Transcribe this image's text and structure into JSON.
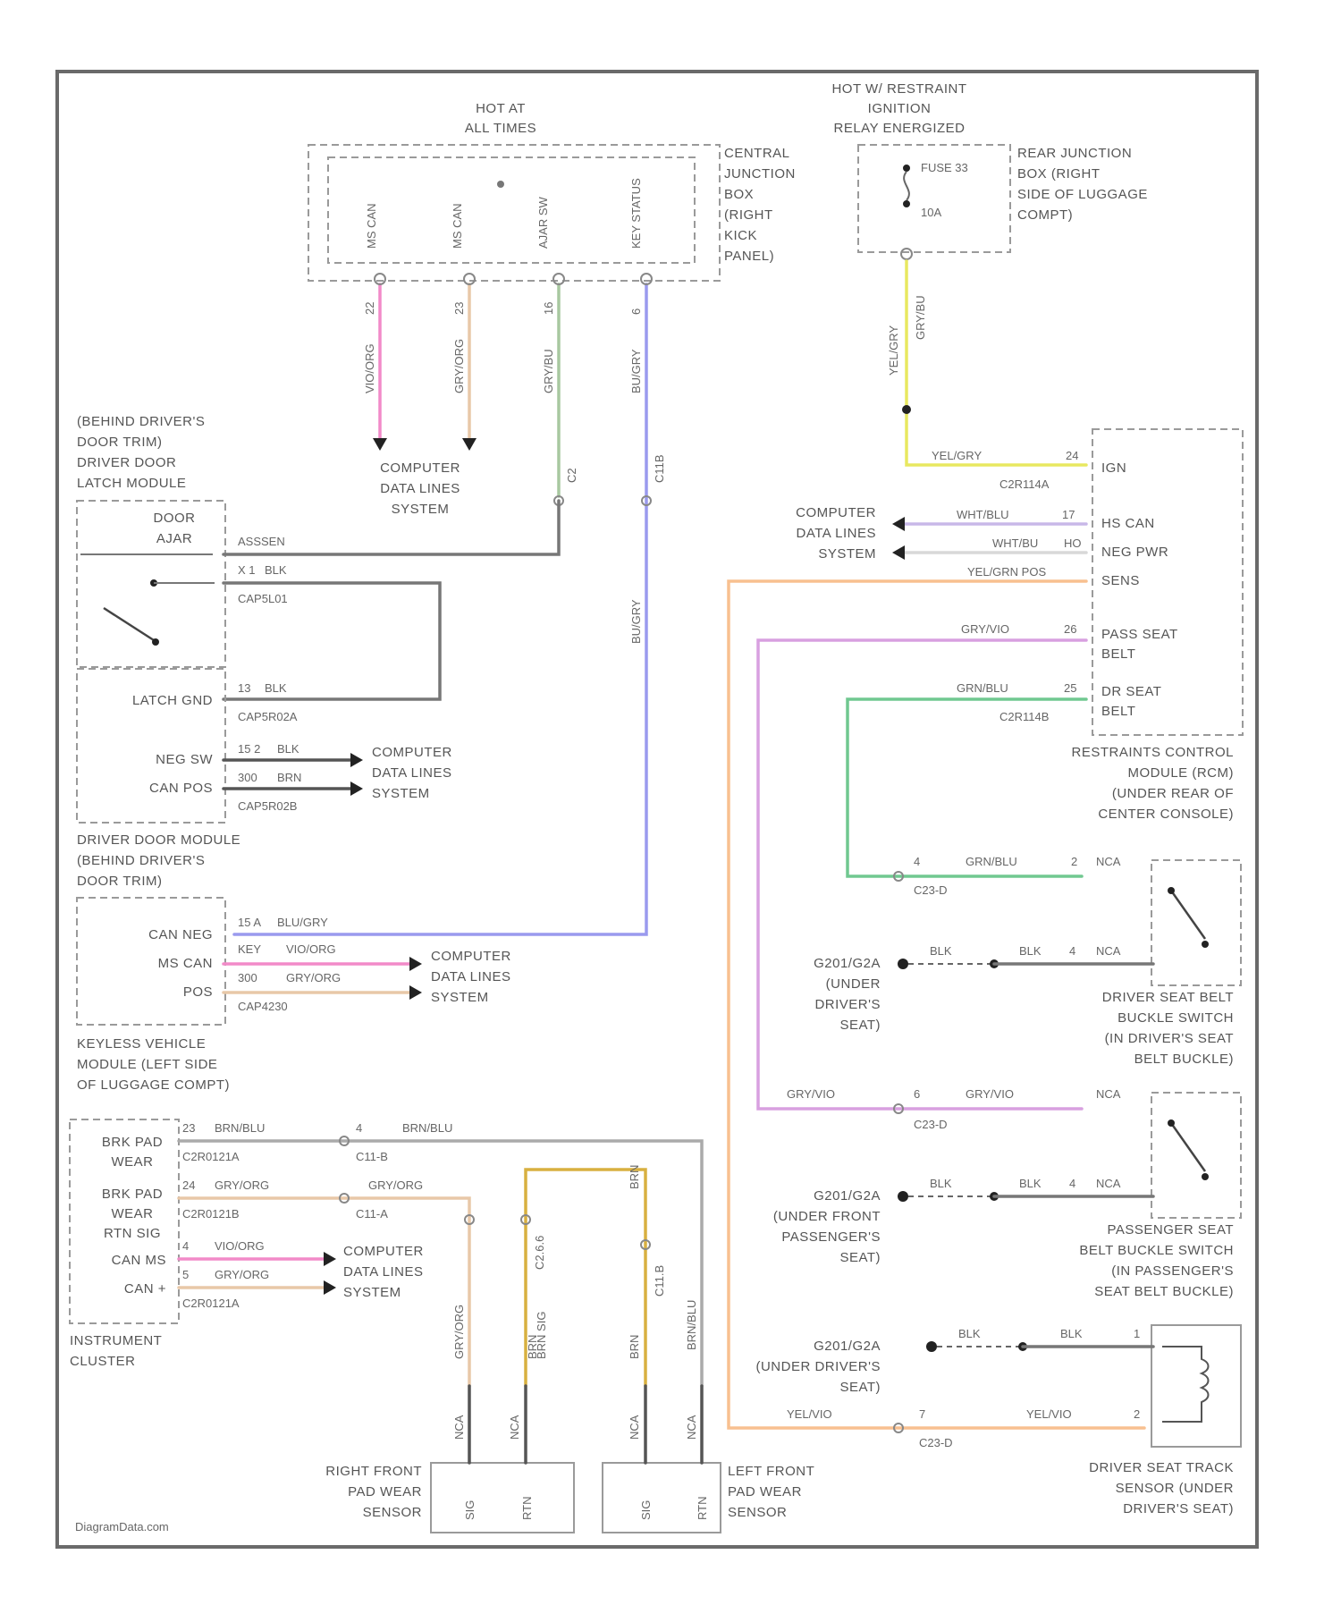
{
  "colors": {
    "frame": "#6a6a6a",
    "pink": "#f28ac8",
    "tan": "#e8c8a8",
    "green_gray": "#a8c8a0",
    "blue": "#9a9aee",
    "yellow": "#e8e860",
    "violet": "#c8b8e8",
    "white": "#d8d8d8",
    "orange": "#f8c090",
    "lilac": "#d8a0e0",
    "green": "#70c890",
    "gray": "#777777",
    "gold": "#d8b040"
  },
  "labels": {
    "hot_all_times": [
      "HOT AT",
      "ALL TIMES"
    ],
    "hot_restraint": [
      "HOT W/ RESTRAINT",
      "IGNITION",
      "RELAY ENERGIZED"
    ],
    "central_junction": [
      "CENTRAL",
      "JUNCTION",
      "BOX",
      "(RIGHT",
      "KICK",
      "PANEL)"
    ],
    "rear_junction": [
      "REAR JUNCTION",
      "BOX (RIGHT",
      "SIDE OF LUGGAGE",
      "COMPT)"
    ],
    "fuse": "FUSE 33",
    "fuse_amp": "10A",
    "cjb_pins": [
      "MS CAN",
      "MS CAN",
      "AJAR SW",
      "KEY STATUS"
    ],
    "computer_data_lines": [
      "COMPUTER",
      "DATA LINES",
      "SYSTEM"
    ],
    "driver_door_latch": [
      "(BEHIND DRIVER'S",
      "DOOR TRIM)",
      "DRIVER DOOR",
      "LATCH MODULE"
    ],
    "door_ajar": [
      "DOOR",
      "AJAR"
    ],
    "latch_gnd": "LATCH GND",
    "neg_sw": "NEG SW",
    "can_pos": "CAN POS",
    "driver_door_module": [
      "DRIVER DOOR MODULE",
      "(BEHIND DRIVER'S",
      "DOOR TRIM)"
    ],
    "can_neg": "CAN NEG",
    "ms_can": "MS CAN",
    "pos": "POS",
    "keyless_module": [
      "KEYLESS VEHICLE",
      "MODULE (LEFT SIDE",
      "OF LUGGAGE COMPT)"
    ],
    "brk_pad_wear_1": [
      "BRK PAD",
      "WEAR"
    ],
    "brk_pad_wear_2": [
      "BRK PAD",
      "WEAR",
      "RTN SIG"
    ],
    "can_ms": "CAN MS",
    "can_plus": "CAN +",
    "instrument_cluster": [
      "INSTRUMENT",
      "CLUSTER"
    ],
    "ign": "IGN",
    "hs_can": "HS CAN",
    "neg_pwr": "NEG PWR",
    "sens": "SENS",
    "pass_seat_belt": [
      "PASS SEAT",
      "BELT"
    ],
    "dr_seat_belt": [
      "DR SEAT",
      "BELT"
    ],
    "rcm": [
      "RESTRAINTS CONTROL",
      "MODULE (RCM)",
      "(UNDER REAR OF",
      "CENTER CONSOLE)"
    ],
    "g201_driver": [
      "G201/G2A",
      "(UNDER",
      "DRIVER'S",
      "SEAT)"
    ],
    "driver_buckle": [
      "DRIVER SEAT BELT",
      "BUCKLE SWITCH",
      "(IN DRIVER'S SEAT",
      "BELT BUCKLE)"
    ],
    "g201_pass": [
      "G201/G2A",
      "(UNDER FRONT",
      "PASSENGER'S",
      "SEAT)"
    ],
    "pass_buckle": [
      "PASSENGER SEAT",
      "BELT BUCKLE SWITCH",
      "(IN PASSENGER'S",
      "SEAT BELT BUCKLE)"
    ],
    "g201_track": [
      "G201/G2A",
      "(UNDER DRIVER'S",
      "SEAT)"
    ],
    "track_sensor": [
      "DRIVER SEAT TRACK",
      "SENSOR (UNDER",
      "DRIVER'S SEAT)"
    ],
    "rf_pad": [
      "RIGHT FRONT",
      "PAD WEAR",
      "SENSOR"
    ],
    "lf_pad": [
      "LEFT FRONT",
      "PAD WEAR",
      "SENSOR"
    ],
    "watermark": "DiagramData.com"
  },
  "wires": {
    "cjb_pink_id": "22",
    "cjb_pink_color": "VIO/ORG",
    "cjb_tan_id": "23",
    "cjb_tan_color": "GRY/ORG",
    "cjb_green_id": "16",
    "cjb_green_color": "GRY/BU",
    "cjb_blue_id": "6",
    "cjb_blue_color": "BU/GRY",
    "cjb_conn_1": "C2",
    "cjb_conn_2": "C11B",
    "fuse_wire": "YEL/GRY",
    "fuse_wire_color": "GRY/BU",
    "ign_wire": "YEL/GRY",
    "ign_pin": "24",
    "ign_conn": "C2R114A",
    "hs_can_wire": "WHT/BLU",
    "hs_can_pin": "17",
    "neg_pwr_wire": "WHT/BU",
    "neg_pwr_pin": "HO",
    "sens_wire": "YEL/GRN POS",
    "pass_belt_wire": "GRY/VIO",
    "pass_belt_pin": "26",
    "dr_belt_wire": "GRN/BLU",
    "dr_belt_pin": "25",
    "dr_belt_conn": "C2R114B",
    "door_ajar_wire": "ASSSEN",
    "door_x1": "X 1",
    "door_x1_color": "BLK",
    "door_conn": "CAP5L01",
    "latch_pin": "13",
    "latch_color": "BLK",
    "latch_conn": "CAP5R02A",
    "neg_sw_pin": "15 2",
    "neg_sw_color": "BLK",
    "can_pos_pin": "300",
    "can_pos_color": "BRN",
    "can_pos_conn": "CAP5R02B",
    "can_neg_pin": "15 A",
    "can_neg_color": "BLU/GRY",
    "ms_can_key": "KEY",
    "ms_can_color": "VIO/ORG",
    "pos_pin": "300",
    "pos_color": "GRY/ORG",
    "pos_conn": "CAP4230",
    "brk1_pin": "23",
    "brk1_color": "BRN/BLU",
    "brk1_conn": "C2R0121A",
    "brk1_c_pin": "4",
    "brk1_c_color": "BRN/BLU",
    "brk1_c_conn": "C11-B",
    "brk2_pin": "24",
    "brk2_color": "GRY/ORG",
    "brk2_conn": "C2R0121B",
    "brk2_c_color": "GRY/ORG",
    "brk2_c_conn": "C11-A",
    "canms_pin": "4",
    "canms_color": "VIO/ORG",
    "canplus_pin": "5",
    "canplus_color": "GRY/ORG",
    "canplus_conn": "C2R0121A",
    "blue_vertical": "BU/GRY",
    "blue_conn": "C11B",
    "dr_buckle_pin": "4",
    "dr_buckle_color": "GRN/BLU",
    "dr_buckle_conn": "C23-D",
    "dr_buckle_sw_pin": "2",
    "nca": "NCA",
    "blk": "BLK",
    "gnd_pin": "4",
    "pass_buckle_pin": "6",
    "pass_buckle_color": "GRY/VIO",
    "pass_buckle_conn": "C23-D",
    "track_pin": "7",
    "track_color": "YEL/VIO",
    "track_conn": "C23-D",
    "track_sw_pin_1": "1",
    "track_sw_pin_2": "2",
    "pad_rf_1": "GRY/ORG",
    "pad_rf_2": "BRN",
    "pad_lf_1": "BRN",
    "pad_lf_2": "BRN/BLU",
    "pad_conn_a": "C2.6.6",
    "pad_conn_b": "C11.B",
    "pad_sig": "SIG",
    "pad_rtn": "RTN",
    "pad_sensor": "SENSOR",
    "pad_brn_sig": "BRN SIG"
  }
}
